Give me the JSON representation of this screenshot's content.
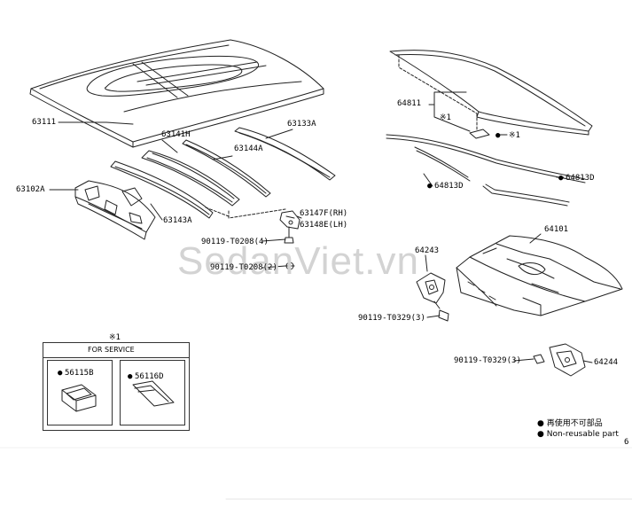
{
  "watermark": "SedanViet.vn",
  "page_number": "6",
  "labels": {
    "p63111": "63111",
    "p63102A": "63102A",
    "p63141H": "63141H",
    "p63143A": "63143A",
    "p63144A": "63144A",
    "p63133A": "63133A",
    "p63147F": "63147F(RH)",
    "p63148E": "63148E(LH)",
    "bolt_t0208_4": "90119-T0208(4)",
    "bolt_t0208_2": "90119-T0208(2)",
    "p64811": "64811",
    "ref1_a": "※1",
    "ref1_b": "※1",
    "p64813D_left": "64813D",
    "p64813D_right": "64813D",
    "p64243": "64243",
    "p64101": "64101",
    "bolt_t0329_a": "90119-T0329(3)",
    "bolt_t0329_b": "90119-T0329(3)",
    "p64244": "64244"
  },
  "service_box": {
    "ref": "※1",
    "title": "FOR SERVICE",
    "item_left": "56115B",
    "item_right": "56116D"
  },
  "legend": {
    "line1": "再使用不可部品",
    "line2": "Non-reusable part"
  },
  "colors": {
    "line": "#222222",
    "watermark": "#d3d3d3"
  }
}
